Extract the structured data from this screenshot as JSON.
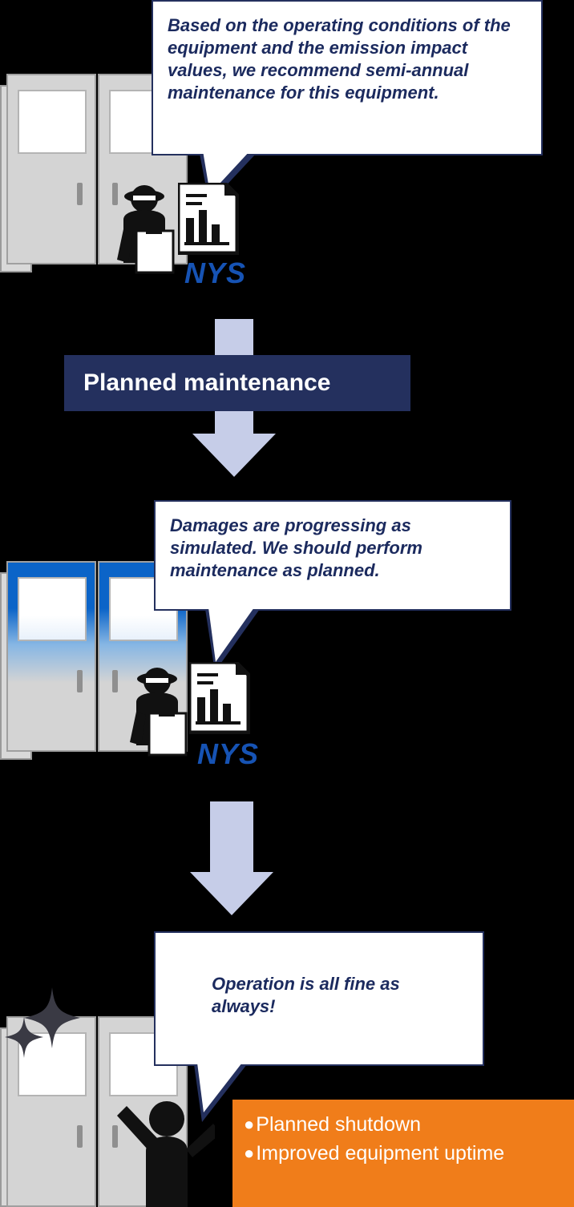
{
  "diagram": {
    "title_banner": "Planned maintenance",
    "bubbles": [
      {
        "id": "bubble-1",
        "text": "Based on the operating conditions of the equipment and the emission impact values, we recommend semi-annual maintenance for this equipment."
      },
      {
        "id": "bubble-2",
        "text": "Damages are progressing as simulated. We should perform maintenance as planned."
      },
      {
        "id": "bubble-3",
        "text": "Operation is all fine as always!"
      }
    ],
    "logos": {
      "nys_top": "NYS",
      "nys_middle": "NYS"
    },
    "result_box": {
      "bullet": "●",
      "lines": [
        "Planned shutdown",
        "Improved equipment uptime"
      ]
    },
    "colors": {
      "bubble_border": "#24305e",
      "banner_bg": "#24305e",
      "arrow": "#c6cde8",
      "result_bg": "#f07d1a",
      "logo_blue": "#1653b4",
      "cabinet_blue": "#0b64c8",
      "background": "#000000"
    },
    "icons": {
      "engineer_top": "engineer-with-clipboard-icon",
      "engineer_middle": "engineer-with-clipboard-icon",
      "report_top": "bar-chart-report-icon",
      "report_middle": "bar-chart-report-icon",
      "cheering_person": "cheering-person-icon",
      "sparkle_large": "sparkle-icon",
      "sparkle_small": "sparkle-icon"
    }
  }
}
